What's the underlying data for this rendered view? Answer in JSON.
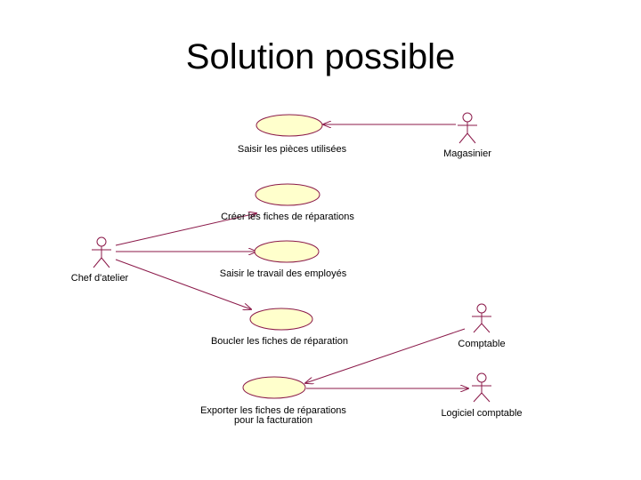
{
  "title": "Solution possible",
  "colors": {
    "usecase_fill": "#ffffcc",
    "line": "#8b1a4a",
    "actor": "#8b1a4a",
    "text": "#000000"
  },
  "actors": {
    "magasinier": "Magasinier",
    "chef_atelier": "Chef d'atelier",
    "comptable": "Comptable",
    "logiciel_comptable": "Logiciel comptable"
  },
  "usecases": {
    "saisir_pieces": "Saisir les pièces utilisées",
    "creer_fiches": "Créer les fiches de réparations",
    "saisir_travail": "Saisir le travail des employés",
    "boucler_fiches": "Boucler les fiches de réparation",
    "exporter_fiches_line1": "Exporter les fiches de réparations",
    "exporter_fiches_line2": "pour la facturation"
  }
}
